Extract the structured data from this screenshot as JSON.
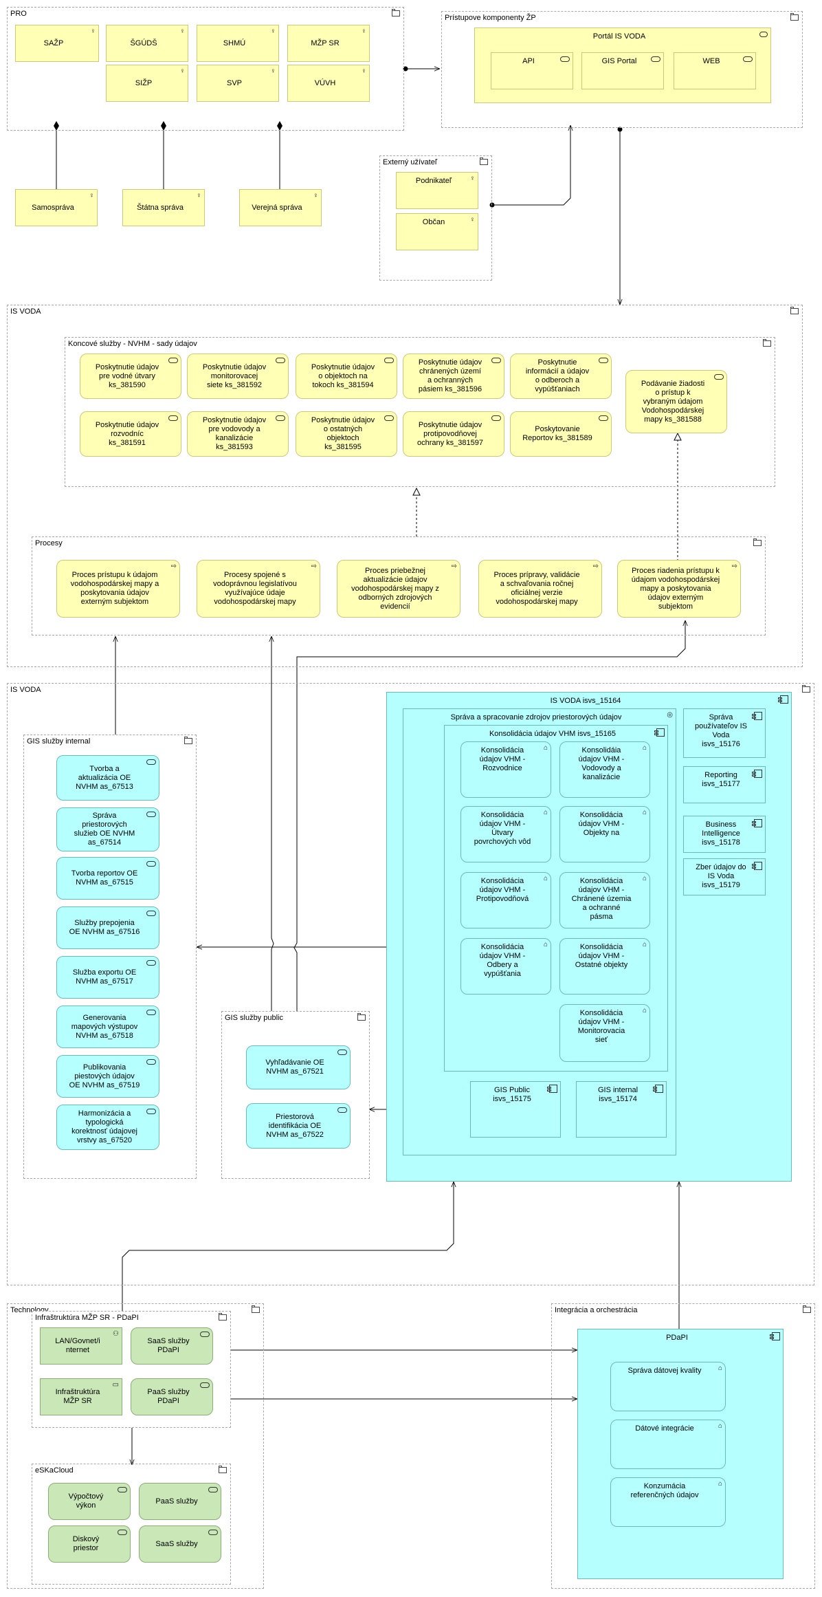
{
  "groups": {
    "pro": "PRO",
    "pristupove": "Prístupove komponenty ŽP",
    "externy": "Externý užívateľ",
    "isvoda_top": "IS VODA",
    "koncove": "Koncové služby - NVHM - sady údajov",
    "procesy": "Procesy",
    "isvoda_mid": "IS VODA",
    "gis_internal": "GIS služby internal",
    "gis_public": "GIS služby public",
    "technology": "Technology",
    "infra": "Infraštruktúra MŽP SR - PDaPI",
    "eska": "eSKaCloud",
    "integracia": "Integrácia a orchestrácia"
  },
  "actors": {
    "sazp": "SAŽP",
    "sguds": "ŠGÚDŠ",
    "shmu": "SHMÚ",
    "mzp": "MŽP SR",
    "sizp": "SIŽP",
    "svp": "SVP",
    "vuvh": "VÚVH",
    "samosprava": "Samospráva",
    "statna": "Štátna správa",
    "verejna": "Verejná správa",
    "podnikatel": "Podnikateľ",
    "obcan": "Občan"
  },
  "portal": {
    "title": "Portál IS VODA",
    "api": "API",
    "gis": "GIS Portal",
    "web": "WEB"
  },
  "services": [
    "Poskytnutie údajov\npre vodné útvary\nks_381590",
    "Poskytnutie údajov\nmonitorovacej\nsiete  ks_381592",
    "Poskytnutie údajov\no objektoch na\ntokoch ks_381594",
    "Poskytnutie údajov\nchránených území\na ochranných\npásiem ks_381596",
    "Poskytnutie\ninformácií a údajov\no odberoch a\nvypúšťaniach",
    "Poskytnutie údajov\nrozvodníc\nks_381591",
    "Poskytnutie údajov\npre vodovody a\nkanalizácie\nks_381593",
    "Poskytnutie údajov\no ostatných\nobjektoch\nks_381595",
    "Poskytnutie údajov\nprotipovodňovej\nochrany ks_381597",
    "Poskytovanie\nReportov ks_381589",
    "Podávanie žiadosti\no prístup k\nvybraným údajom\nVodohospodárskej\nmapy  ks_381588"
  ],
  "processes": [
    "Proces prístupu k údajom\nvodohospodárskej mapy a\nposkytovania údajov\nexterným subjektom",
    "Procesy spojené s\nvodoprávnou legislatívou\nvyužívajúce údaje\nvodohospodárskej mapy",
    "Proces priebežnej\naktualizácie údajov\nvodohospodárskej mapy z\nodborných zdrojových\nevidencií",
    "Proces prípravy, validácie\na schvaľovania ročnej\noficiálnej verzie\nvodohospodárskej mapy",
    "Proces riadenia prístupu k\núdajom vodohospodárskej\nmapy a poskytovania\núdajov externým\nsubjektom"
  ],
  "gis_internal_items": [
    "Tvorba a\naktualizácia OE\nNVHM as_67513",
    "Správa\npriestorových\nslužieb OE NVHM\nas_67514",
    "Tvorba reportov OE\nNVHM as_67515",
    "Služby prepojenia\nOE NVHM as_67516",
    "Služba exportu OE\nNVHM as_67517",
    "Generovania\nmapových výstupov\nNVHM as_67518",
    "Publikovania\npiestových údajov\nOE NVHM as_67519",
    "Harmonizácia a\ntypologická\nkorektnosť údajovej\nvrstvy as_67520"
  ],
  "gis_public_items": [
    "Vyhľadávanie OE\nNVHM as_67521",
    "Priestorová\nidentifikácia OE\nNVHM as_67522"
  ],
  "isvoda_sys": {
    "title": "IS VODA isvs_15164",
    "sprava": "Správa a spracovanie zdrojov priestorových údajov",
    "konsolidacia": "Konsolidácia údajov VHM isvs_15165",
    "functions": [
      "Konsolidácia\núdajov VHM -\nRozvodnice",
      "Konsolidáia\núdajov VHM -\nVodovody a\nkanalizácie",
      "Konsolidácia\núdajov VHM -\nÚtvary\npovrchových vôd",
      "Konsolidácia\núdajov VHM -\nObjekty na",
      "Konsolidácia\núdajov VHM -\nProtipovodňová",
      "Konsolidácia\núdajov VHM -\nChránené územia\na ochranné\npásma",
      "Konsolidácia\núdajov VHM -\nOdbery a\nvypúšťania",
      "Konsolidácia\núdajov VHM -\nOstatné objekty",
      "Konsolidácia\núdajov VHM -\nMonitorovacia\nsieť"
    ],
    "gis_public": "GIS Public\nisvs_15175",
    "gis_internal": "GIS internal\nisvs_15174",
    "side": [
      "Správa\npoužívateľov IS\nVoda\nisvs_15176",
      "Reporting\nisvs_15177",
      "Business\nIntelligence\nisvs_15178",
      "Zber údajov do\nIS Voda\nisvs_15179"
    ]
  },
  "tech": {
    "lan": "LAN/Govnet/i\nnternet",
    "saas": "SaaS služby\nPDaPI",
    "infra": "Infraštruktúra\nMŽP SR",
    "paas": "PaaS služby\nPDaPI",
    "vypoctovy": "Výpočtový\nvýkon",
    "paas2": "PaaS služby",
    "diskovy": "Diskový\npriestor",
    "saas2": "SaaS služby"
  },
  "pdapi": {
    "title": "PDaPI",
    "items": [
      "Správa dátovej kvality",
      "Dátové integrácie",
      "Konzumácia\nreferenčných údajov"
    ]
  },
  "colors": {
    "yellow": "#ffffb5",
    "cyan": "#b5ffff",
    "green": "#c9e7b7"
  }
}
